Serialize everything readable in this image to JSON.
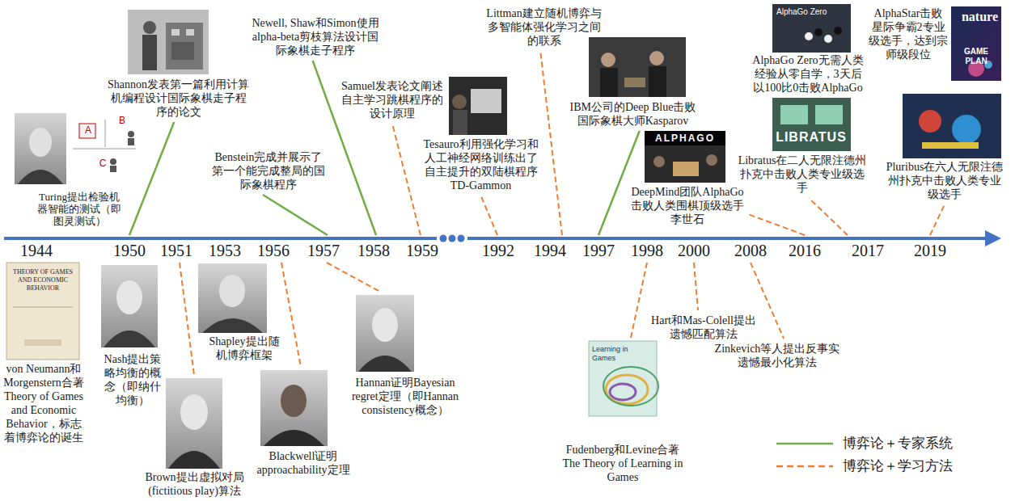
{
  "diagram": {
    "labels": [
      "1944",
      "1950",
      "1951",
      "1953",
      "1956",
      "1957",
      "1958",
      "1959",
      "1992",
      "1994",
      "1997",
      "1998",
      "2000",
      "2008",
      "2016",
      "2017",
      "2019",
      "Turing提出检验机器智能的测试（即图灵测试）",
      "A",
      "B",
      "C",
      "Shannon发表第一篇利用计算机编程设计国际象棋走子程序的论文",
      "Benstein完成并展示了第一个能完成整局的国际象棋程序",
      "Newell, Shaw和Simon使用alpha-beta剪枝算法设计国际象棋走子程序",
      "Samuel发表论文阐述自主学习跳棋程序的设计原理",
      "Tesauro利用强化学习和人工神经网络训练出了自主提升的双陆棋程序TD-Gammon",
      "Littman建立随机博弈与多智能体强化学习之间的联系",
      "IBM公司的Deep Blue击败国际象棋大师Kasparov",
      "ALPHAGO",
      "DeepMind团队AlphaGo击败人类围棋顶级选手李世石",
      "AlphaGo Zero",
      "AlphaGo Zero无需人类经验从零自学，3天后以100比0击败AlphaGo",
      "LIBRATUS",
      "Libratus在二人无限注德州扑克中击败人类专业级选手",
      "nature",
      "GAME PLAN",
      "AlphaStar击败星际争霸2专业级选手，达到宗师级段位",
      "Pluribus在六人无限注德州扑克中击败人类专业级选手",
      "THEORY OF GAMES AND ECONOMIC BEHAVIOR",
      "von Neumann和Morgenstern合著Theory of Games and Economic Behavior，标志着博弈论的诞生",
      "Nash提出策略均衡的概念（即纳什均衡）",
      "Brown提出虚拟对局(fictitious play)算法",
      "Shapley提出随机博弈框架",
      "Blackwell证明approachability定理",
      "Hannan证明Bayesian regret定理（即Hannan consistency概念）",
      "Learning in Games",
      "Fudenberg和Levine合著The Theory of Learning in Games",
      "Hart和Mas-Colell提出遗憾匹配算法",
      "Zinkevich等人提出反事实遗憾最小化算法"
    ],
    "legend": [
      {
        "text": "博弈论＋专家系统"
      },
      {
        "text": "博弈论＋学习方法"
      }
    ]
  }
}
